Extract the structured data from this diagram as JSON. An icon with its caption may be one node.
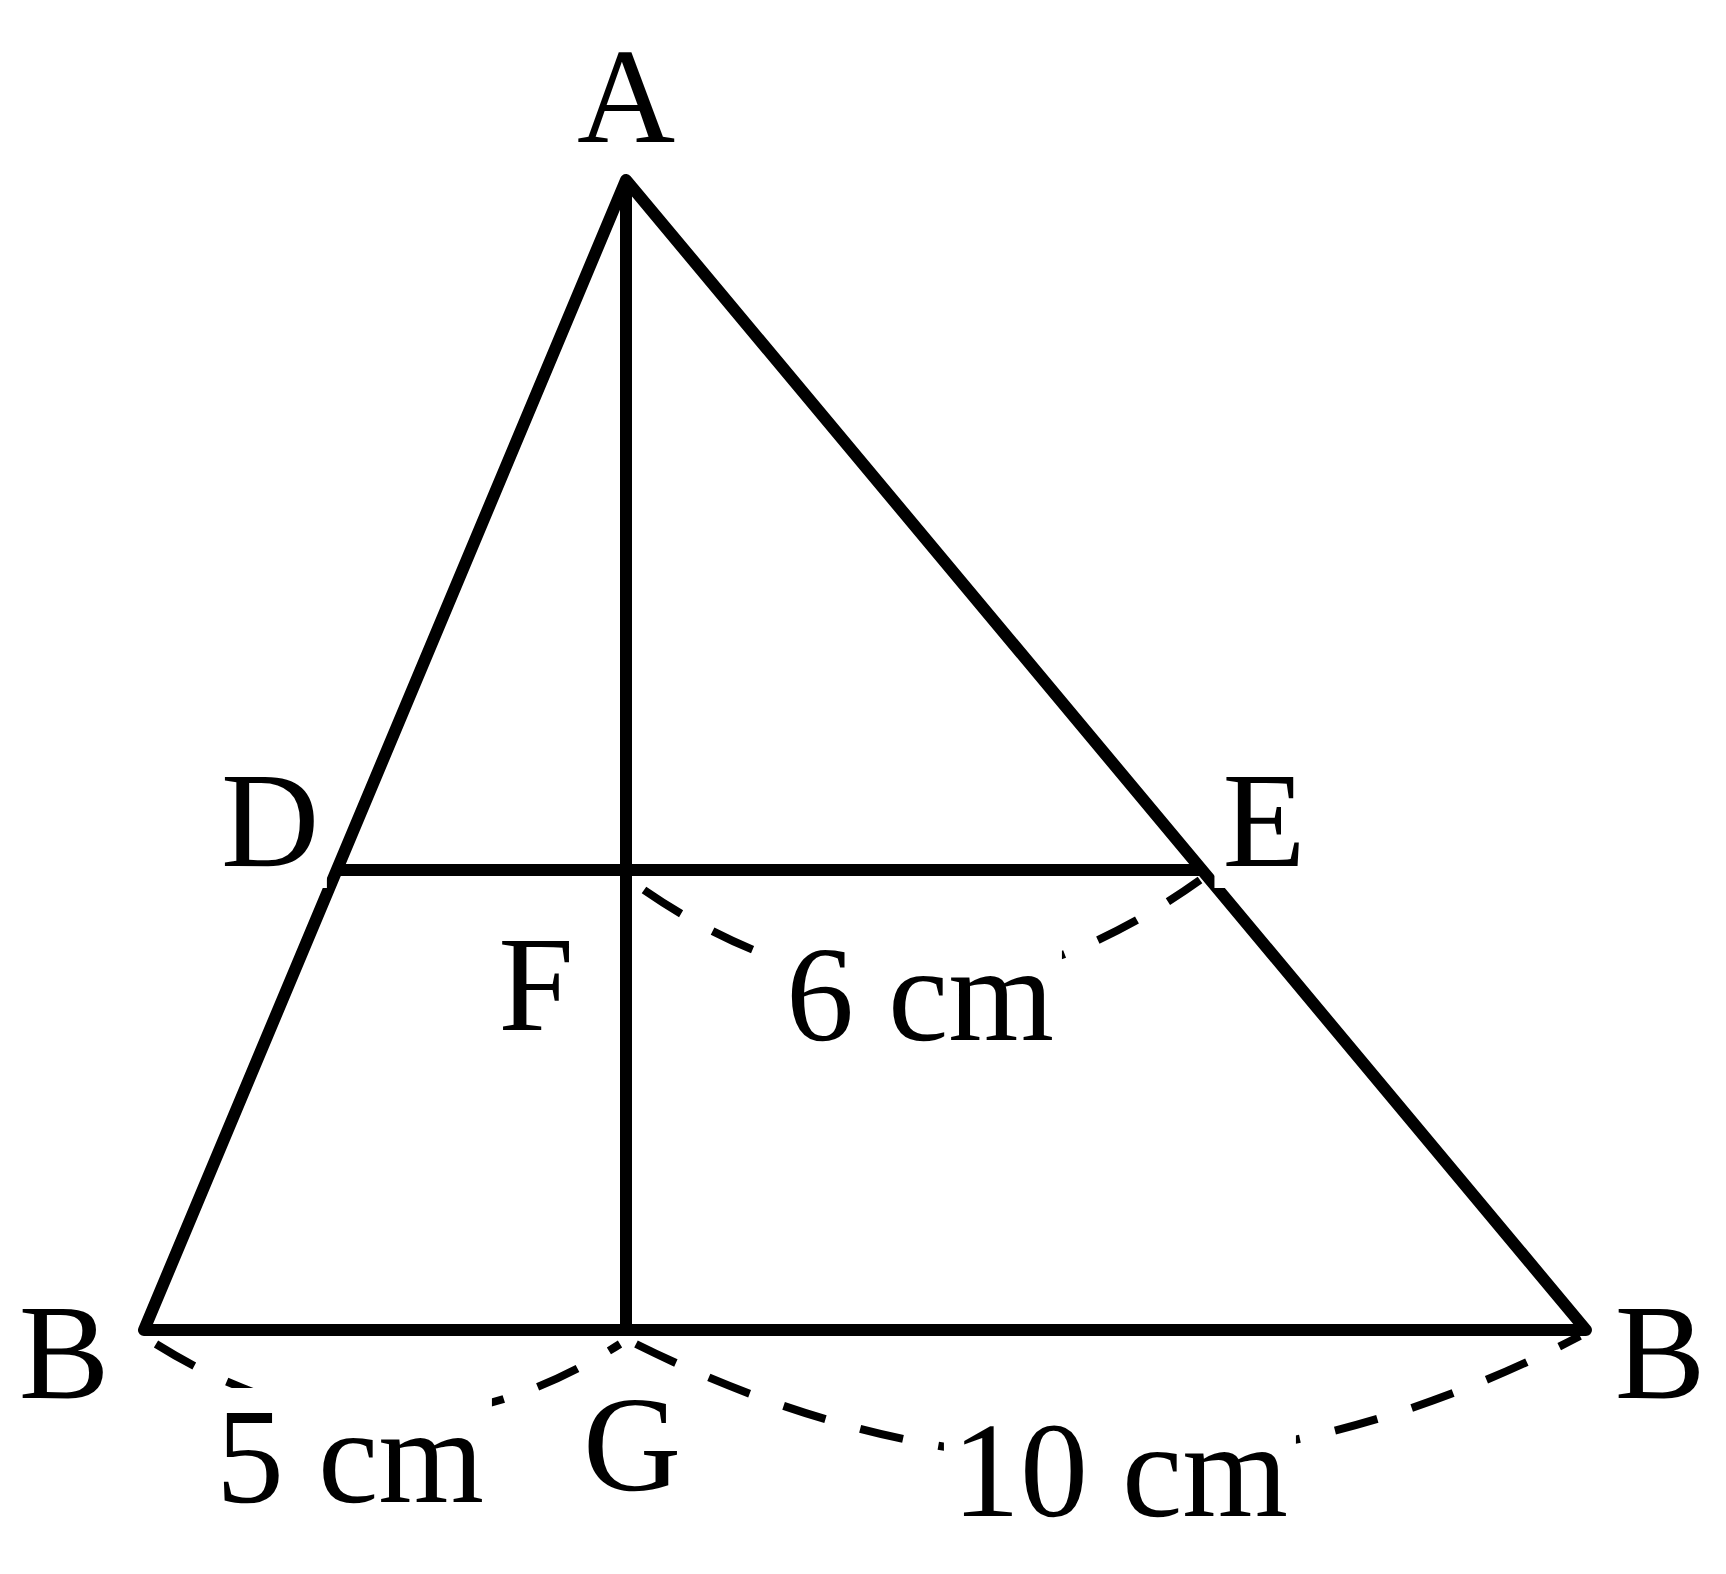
{
  "diagram": {
    "labels": [
      "A",
      "D",
      "E",
      "F",
      "6 cm",
      "B",
      "B",
      "5 cm",
      "G",
      "10 cm"
    ]
  }
}
